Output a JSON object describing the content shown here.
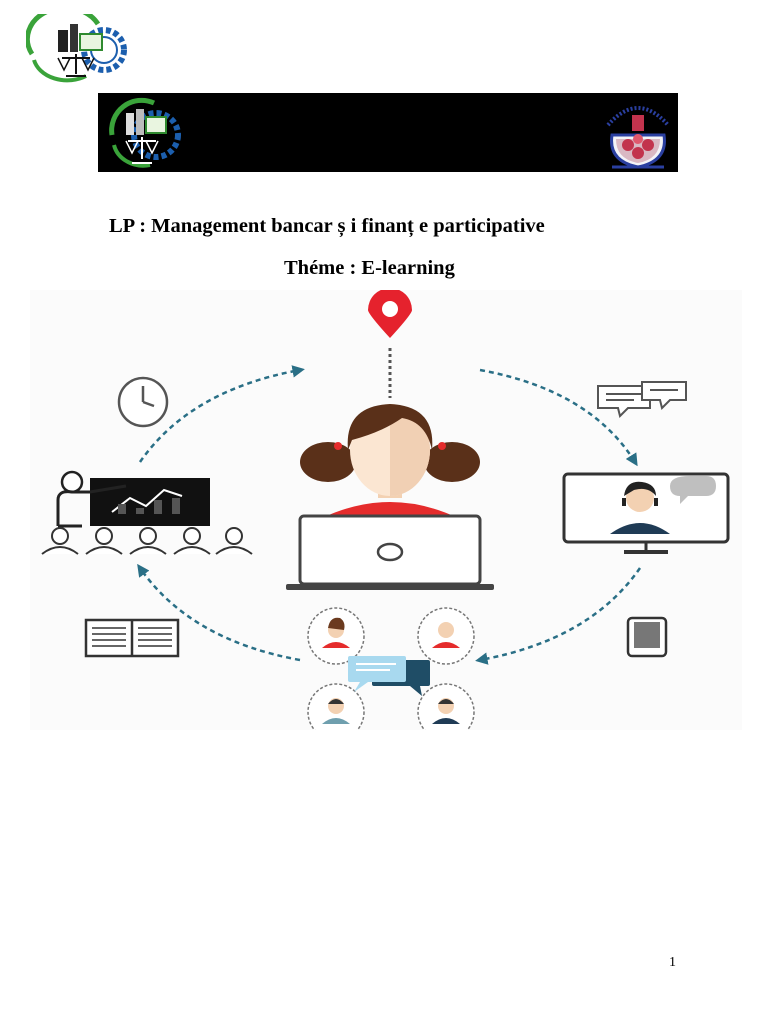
{
  "document": {
    "title_line1": "LP : Management bancar ș i finanț e participative",
    "title_line2": "Théme : E-learning",
    "page_number": "1"
  },
  "colors": {
    "banner": "#000000",
    "arrow": "#2a6f86",
    "pin": "#e5222d",
    "shirt": "#e52c2c",
    "hair": "#5a3019",
    "skin": "#fbe6d2",
    "bubble": "#a8d9ef",
    "bubble_dark": "#1f4d66"
  },
  "icons": [
    "institution-logo-icon",
    "university-crest-icon",
    "location-pin-icon",
    "clock-icon",
    "chat-bubbles-icon",
    "teacher-presentation-icon",
    "student-laptop-icon",
    "video-call-monitor-icon",
    "open-book-icon",
    "tablet-icon",
    "group-discussion-icon"
  ]
}
